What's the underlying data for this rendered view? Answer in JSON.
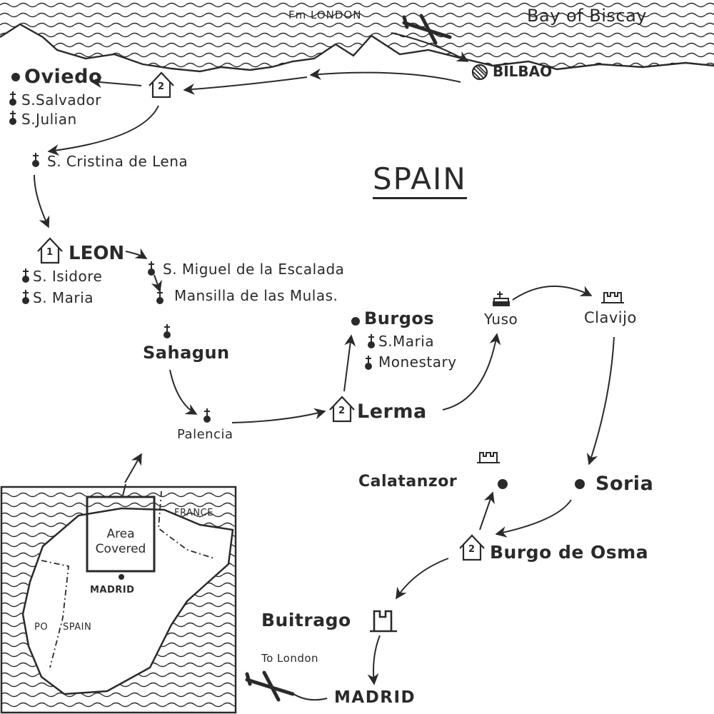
{
  "title": "SPAIN",
  "sea": "Bay of Biscay",
  "flight_in": "Fm LONDON",
  "flight_out": "To London",
  "places": {
    "bilbao": "BILBAO",
    "oviedo": "Oviedo",
    "s_salvador": "S.Salvador",
    "s_julian": "S.Julian",
    "s_cristina": "S. Cristina de Lena",
    "leon": "LEON",
    "s_isidore": "S. Isidore",
    "s_maria_leon": "S. Maria",
    "s_miguel": "S. Miguel de la Escalada",
    "mansilla": "Mansilla de las Mulas.",
    "sahagun": "Sahagun",
    "palencia": "Palencia",
    "lerma": "Lerma",
    "burgos": "Burgos",
    "s_maria_burgos": "S.Maria",
    "monastery": "Monestary",
    "yuso": "Yuso",
    "clavijo": "Clavijo",
    "calatanzor": "Calatanzor",
    "soria": "Soria",
    "burgo_de_osma": "Burgo de Osma",
    "buitrago": "Buitrago",
    "madrid": "MADRID"
  },
  "stay_badges": {
    "oviedo": "2",
    "leon": "1",
    "lerma": "2",
    "burgo_de_osma": "2"
  },
  "inset": {
    "france": "FRANCE",
    "area_covered": "Area\nCovered",
    "madrid": "MADRID",
    "portugal": "PO",
    "spain": "SPAIN"
  },
  "icons": [
    "plane-icon",
    "church-icon",
    "lodging-icon",
    "castle-icon",
    "town-dot-icon",
    "route-arrow-icon"
  ]
}
